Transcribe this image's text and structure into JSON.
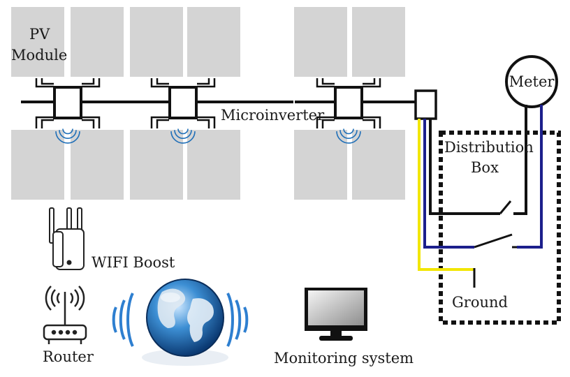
{
  "labels": {
    "pv_module_line1": "PV",
    "pv_module_line2": "Module",
    "microinverter": "Microinverter",
    "meter": "Meter",
    "distribution_line1": "Distribution",
    "distribution_line2": "Box",
    "wifi_boost": "WIFI Boost",
    "ground": "Ground",
    "router": "Router",
    "monitoring_system": "Monitoring system"
  },
  "colors": {
    "panel": "#d4d4d4",
    "wire": "#111111",
    "wire_yellow": "#f2e600",
    "wire_blue": "#1c1f8c",
    "wifi_wave": "#1f6fb8",
    "signal_wave": "#2e7fd0"
  },
  "icons": {
    "router": "router-icon",
    "globe": "globe-icon",
    "monitor": "monitor-icon",
    "wifi_booster": "wifi-booster-icon"
  }
}
